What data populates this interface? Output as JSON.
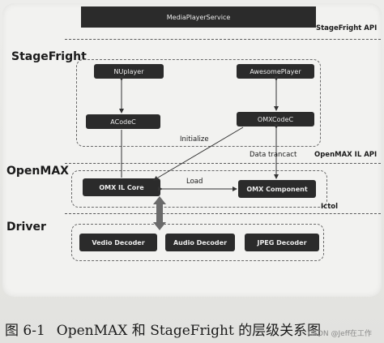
{
  "diagram": {
    "top_box": "MediaPlayerService",
    "top_api_label": "StageFright API",
    "layers": {
      "stagefright": "StageFright",
      "openmax": "OpenMAX",
      "driver": "Driver"
    },
    "boxes": {
      "nuplayer": "NUplayer",
      "awesomeplayer": "AwesomePlayer",
      "acodec": "ACodeC",
      "omxcodec": "OMXCodeC",
      "omx_il_core": "OMX IL Core",
      "omx_component": "OMX Component",
      "video_decoder": "Vedio Decoder",
      "audio_decoder": "Audio Decoder",
      "jpeg_decoder": "JPEG Decoder"
    },
    "labels": {
      "initialize": "Initialize",
      "data_transact": "Data trancact",
      "openmax_il_api": "OpenMAX IL API",
      "load": "Load",
      "ioctl": "Ictol"
    }
  },
  "caption": {
    "figure_number": "图 6-1",
    "title": "OpenMAX 和 StageFright 的层级关系图"
  },
  "watermark": "CSDN @Jeff在工作"
}
